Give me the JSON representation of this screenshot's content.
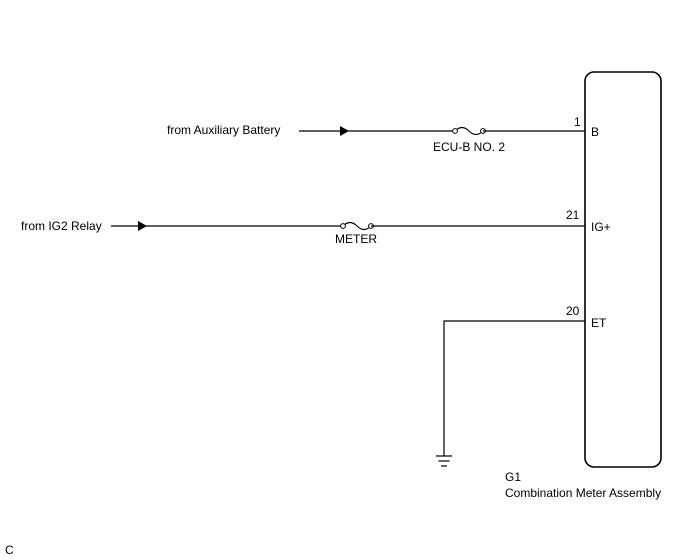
{
  "sources": {
    "aux_battery": "from Auxiliary Battery",
    "ig2_relay": "from IG2 Relay"
  },
  "fuses": {
    "ecu_b": "ECU-B NO. 2",
    "meter": "METER"
  },
  "pins": [
    {
      "number": "1",
      "name": "B"
    },
    {
      "number": "21",
      "name": "IG+"
    },
    {
      "number": "20",
      "name": "ET"
    }
  ],
  "component": {
    "code": "G1",
    "name": "Combination Meter Assembly"
  },
  "corner_label": "C"
}
